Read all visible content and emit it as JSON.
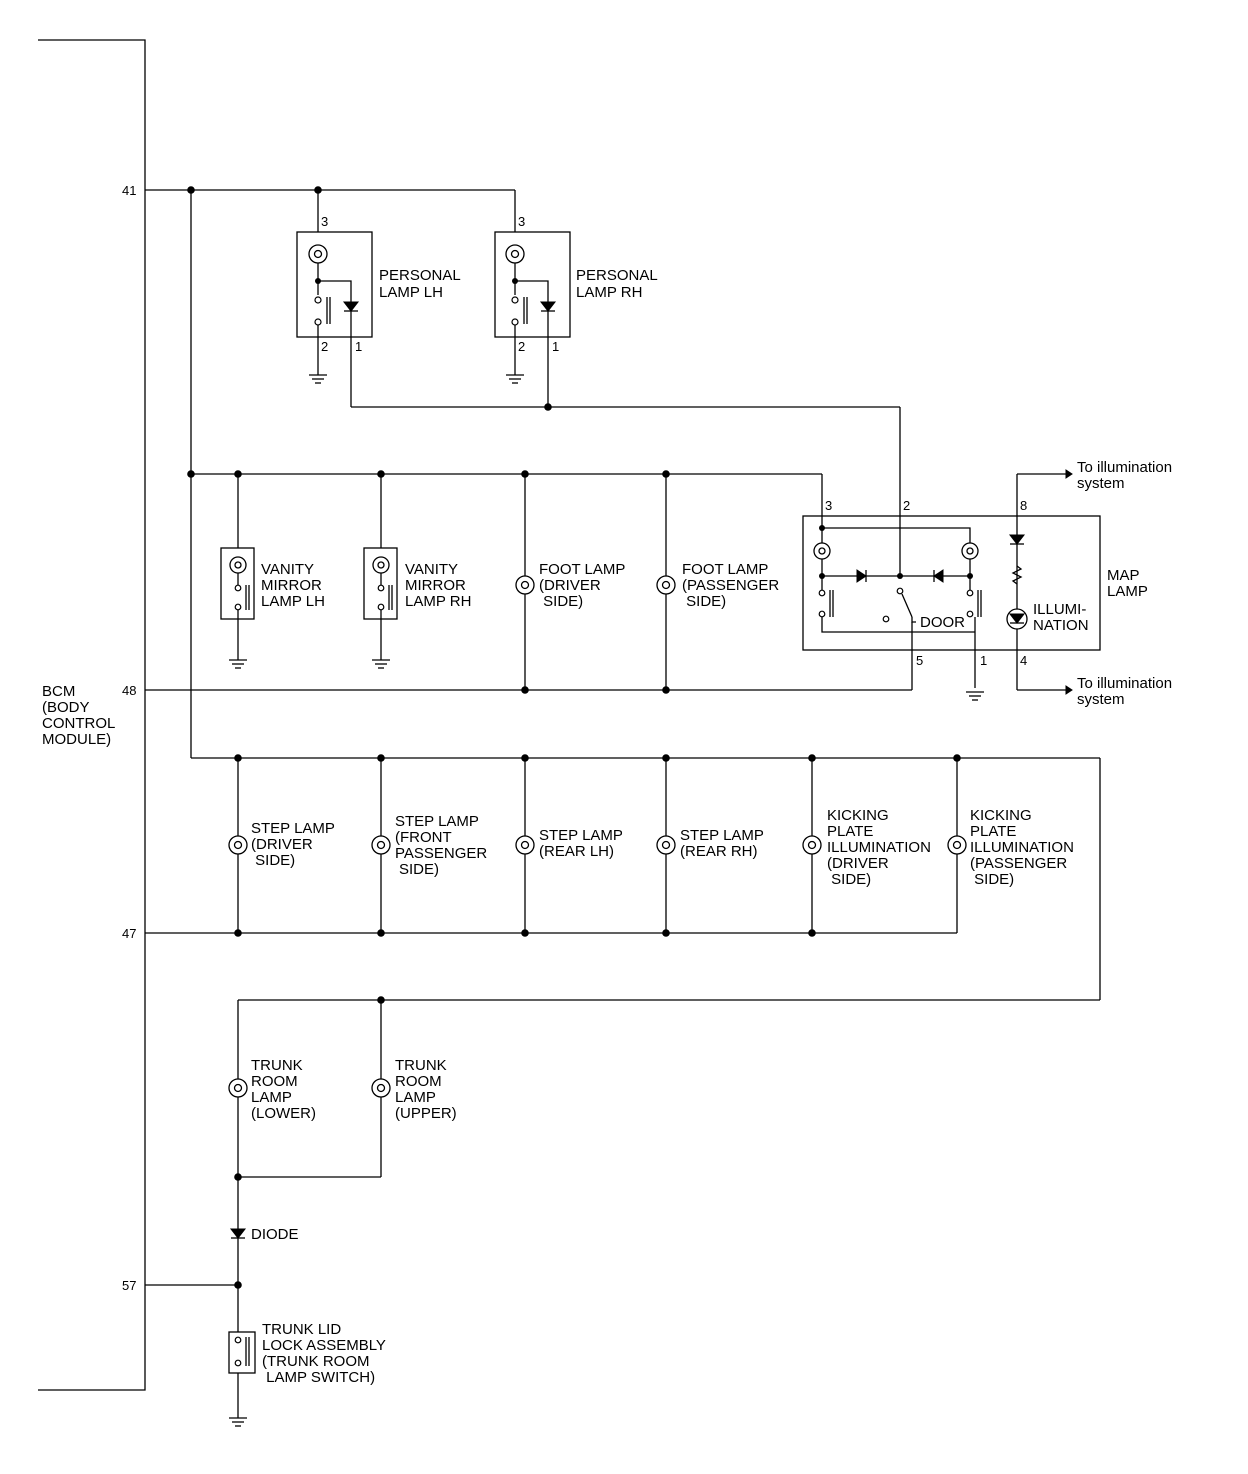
{
  "bcm": {
    "lines": [
      "BCM",
      "(BODY",
      "CONTROL",
      "MODULE)"
    ],
    "pins": {
      "p41": "41",
      "p48": "48",
      "p47": "47",
      "p57": "57"
    }
  },
  "personal_lamp_lh": {
    "lines": [
      "PERSONAL",
      "LAMP LH"
    ],
    "pin3": "3",
    "pin2": "2",
    "pin1": "1"
  },
  "personal_lamp_rh": {
    "lines": [
      "PERSONAL",
      "LAMP RH"
    ],
    "pin3": "3",
    "pin2": "2",
    "pin1": "1"
  },
  "vanity_lh": {
    "lines": [
      "VANITY",
      "MIRROR",
      "LAMP LH"
    ]
  },
  "vanity_rh": {
    "lines": [
      "VANITY",
      "MIRROR",
      "LAMP RH"
    ]
  },
  "foot_driver": {
    "lines": [
      "FOOT LAMP",
      "(DRIVER",
      " SIDE)"
    ]
  },
  "foot_passenger": {
    "lines": [
      "FOOT LAMP",
      "(PASSENGER",
      " SIDE)"
    ]
  },
  "map_lamp": {
    "lines": [
      "MAP",
      "LAMP"
    ],
    "door": "DOOR",
    "illumination": [
      "ILLUMI-",
      "NATION"
    ],
    "pins": {
      "p3": "3",
      "p2": "2",
      "p8": "8",
      "p5": "5",
      "p1": "1",
      "p4": "4"
    },
    "to_illum_top": [
      "To illumination",
      "system"
    ],
    "to_illum_bottom": [
      "To illumination",
      "system"
    ]
  },
  "step_driver": {
    "lines": [
      "STEP LAMP",
      "(DRIVER",
      " SIDE)"
    ]
  },
  "step_front_pass": {
    "lines": [
      "STEP LAMP",
      "(FRONT",
      "PASSENGER",
      "SIDE)"
    ]
  },
  "step_rear_lh": {
    "lines": [
      "STEP LAMP",
      "(REAR LH)"
    ]
  },
  "step_rear_rh": {
    "lines": [
      "STEP LAMP",
      "(REAR RH)"
    ]
  },
  "kick_driver": {
    "lines": [
      "KICKING",
      "PLATE",
      "ILLUMINATION",
      "(DRIVER",
      " SIDE)"
    ]
  },
  "kick_passenger": {
    "lines": [
      "KICKING",
      "PLATE",
      "ILLUMINATION",
      "(PASSENGER",
      " SIDE)"
    ]
  },
  "trunk_lower": {
    "lines": [
      "TRUNK",
      "ROOM",
      "LAMP",
      "(LOWER)"
    ]
  },
  "trunk_upper": {
    "lines": [
      "TRUNK",
      "ROOM",
      "LAMP",
      "(UPPER)"
    ]
  },
  "diode": {
    "label": "DIODE"
  },
  "trunk_lid": {
    "lines": [
      "TRUNK LID",
      "LOCK ASSEMBLY",
      "(TRUNK ROOM",
      " LAMP SWITCH)"
    ]
  }
}
